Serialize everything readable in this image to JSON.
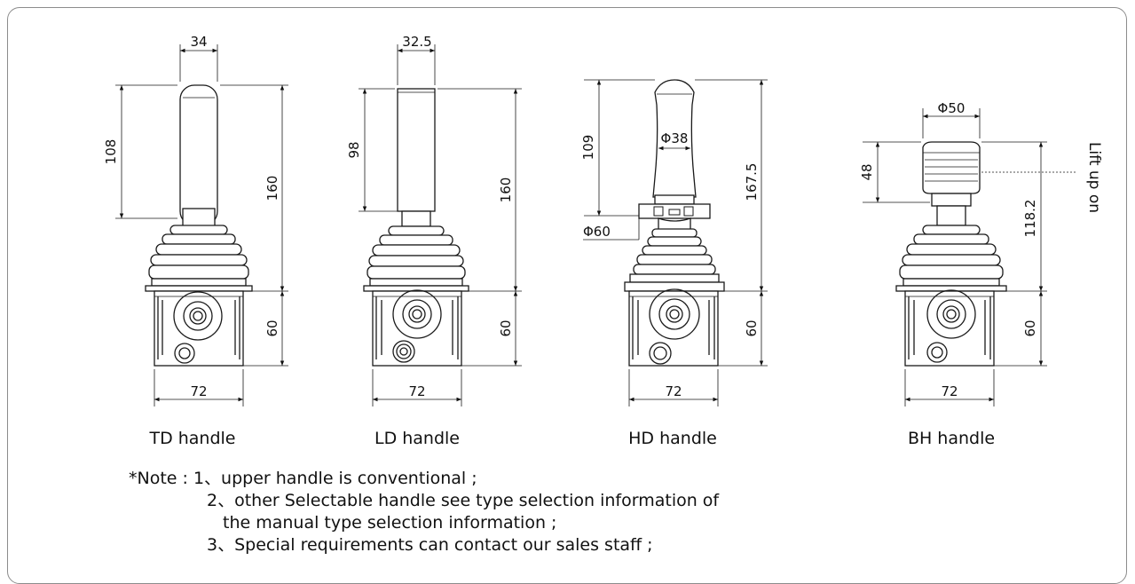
{
  "handles": [
    {
      "name": "TD handle",
      "top_width": "34",
      "handle_height": "108",
      "total_height": "160",
      "base_height": "60",
      "base_width": "72"
    },
    {
      "name": "LD handle",
      "top_width": "32.5",
      "handle_height": "98",
      "total_height": "160",
      "base_height": "60",
      "base_width": "72"
    },
    {
      "name": "HD handle",
      "grip_diameter": "Φ38",
      "handle_height": "109",
      "total_height": "167.5",
      "flange_diameter": "Φ60",
      "base_height": "60",
      "base_width": "72"
    },
    {
      "name": "BH handle",
      "top_diameter": "Φ50",
      "handle_height": "48",
      "total_height": "118.2",
      "base_height": "60",
      "base_width": "72",
      "annotation": "Lift up on"
    }
  ],
  "notes": [
    "*Note : 1、upper handle is conventional ;",
    "2、other Selectable handle see type selection information of",
    "the manual type selection information ;",
    "3、Special requirements can contact our sales staff ;"
  ],
  "colors": {
    "line": "#1a1a1a",
    "frame": "#8c8c8c",
    "background": "#ffffff"
  }
}
